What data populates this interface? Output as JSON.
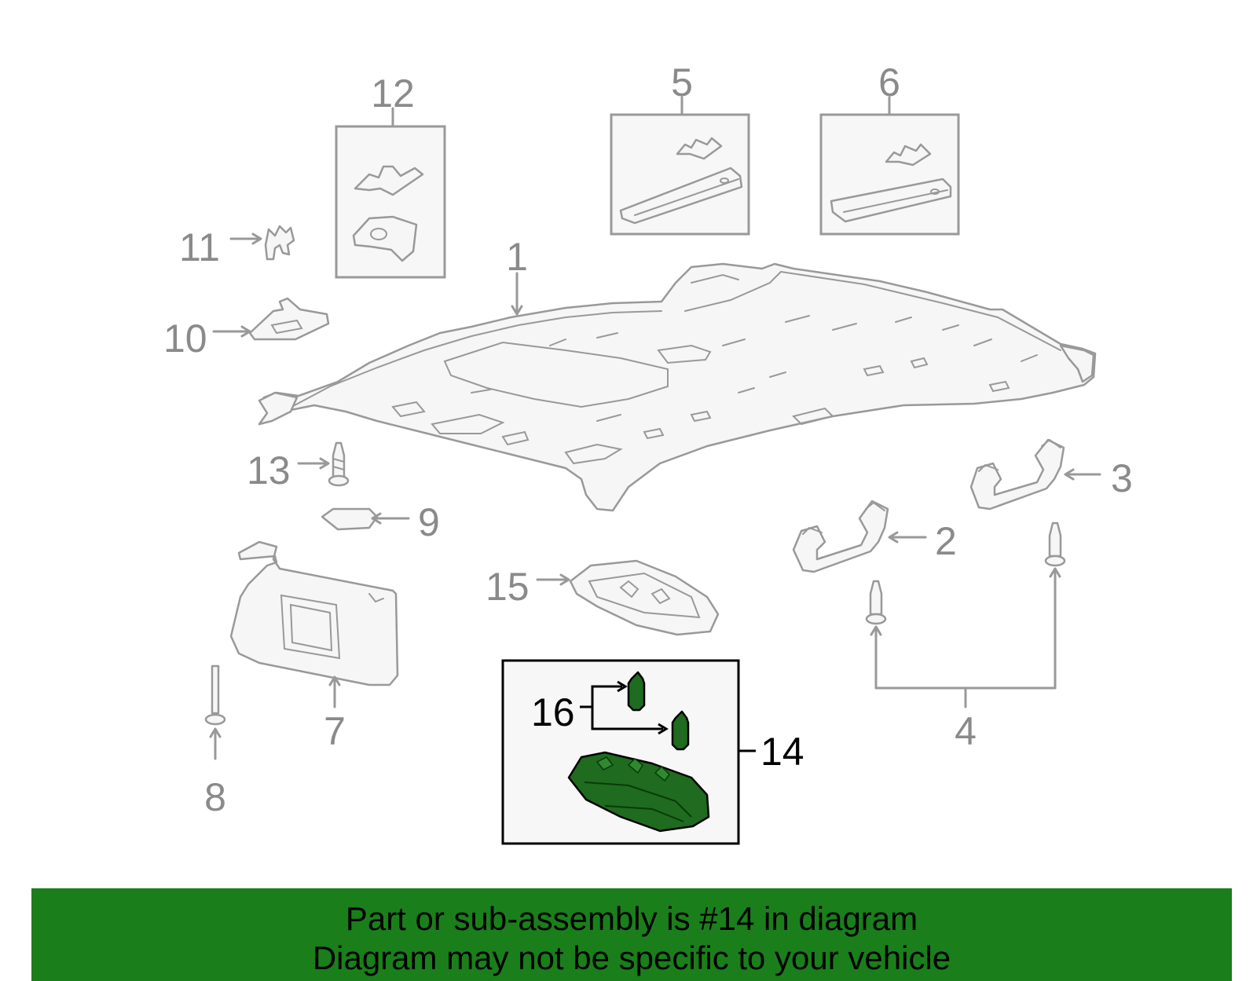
{
  "callouts": {
    "c1": "1",
    "c2": "2",
    "c3": "3",
    "c4": "4",
    "c5": "5",
    "c6": "6",
    "c7": "7",
    "c8": "8",
    "c9": "9",
    "c10": "10",
    "c11": "11",
    "c12": "12",
    "c13": "13",
    "c14": "14",
    "c15": "15",
    "c16": "16"
  },
  "banner": {
    "line1": "Part or sub-assembly is #14 in diagram",
    "line2": "Diagram may not be specific to your vehicle"
  },
  "colors": {
    "banner_bg": "#1a7f1a",
    "highlight_part": "#1f6b1f",
    "line_gray": "#999999"
  }
}
